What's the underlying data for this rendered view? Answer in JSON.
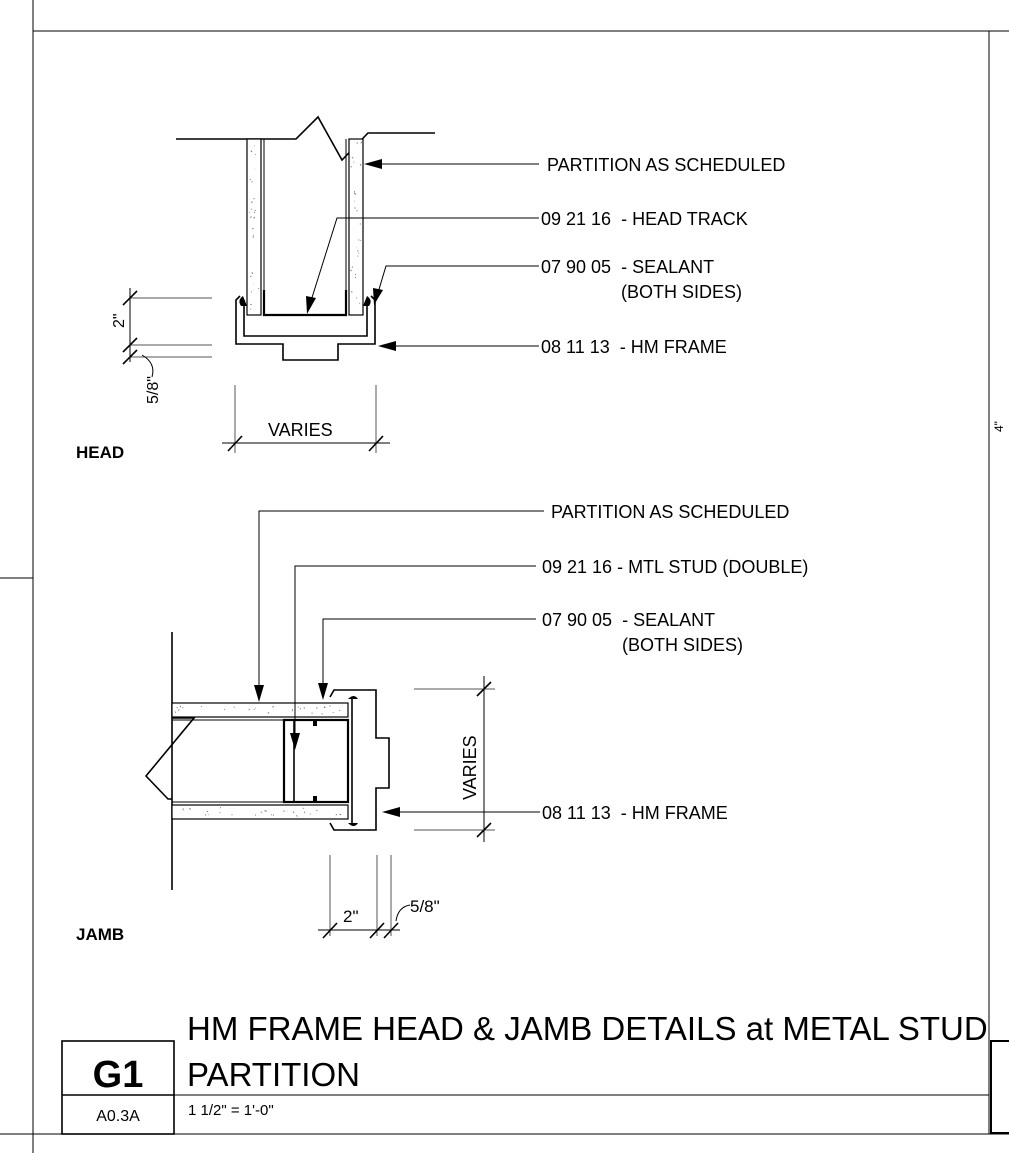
{
  "head_detail": {
    "label": "HEAD",
    "callouts": {
      "partition": "PARTITION AS SCHEDULED",
      "head_track": "09 21 16  - HEAD TRACK",
      "sealant": "07 90 05  - SEALANT",
      "sealant_sub": "(BOTH SIDES)",
      "frame": "08 11 13  - HM FRAME"
    },
    "dims": {
      "height": "2\"",
      "face": "5/8\"",
      "width": "VARIES"
    }
  },
  "jamb_detail": {
    "label": "JAMB",
    "callouts": {
      "partition": "PARTITION AS SCHEDULED",
      "stud": "09 21 16 - MTL STUD (DOUBLE)",
      "sealant": "07 90 05  - SEALANT",
      "sealant_sub": "(BOTH SIDES)",
      "frame": "08 11 13  - HM FRAME"
    },
    "dims": {
      "depth": "VARIES",
      "width": "2\"",
      "face": "5/8\""
    }
  },
  "title_block": {
    "detail_id": "G1",
    "sheet": "A0.3A",
    "title_line1": "HM FRAME HEAD & JAMB DETAILS at METAL STUD",
    "title_line2": "PARTITION",
    "scale": "1 1/2\" = 1'-0\""
  },
  "edge_marks": {
    "right_fragment": "4\""
  }
}
